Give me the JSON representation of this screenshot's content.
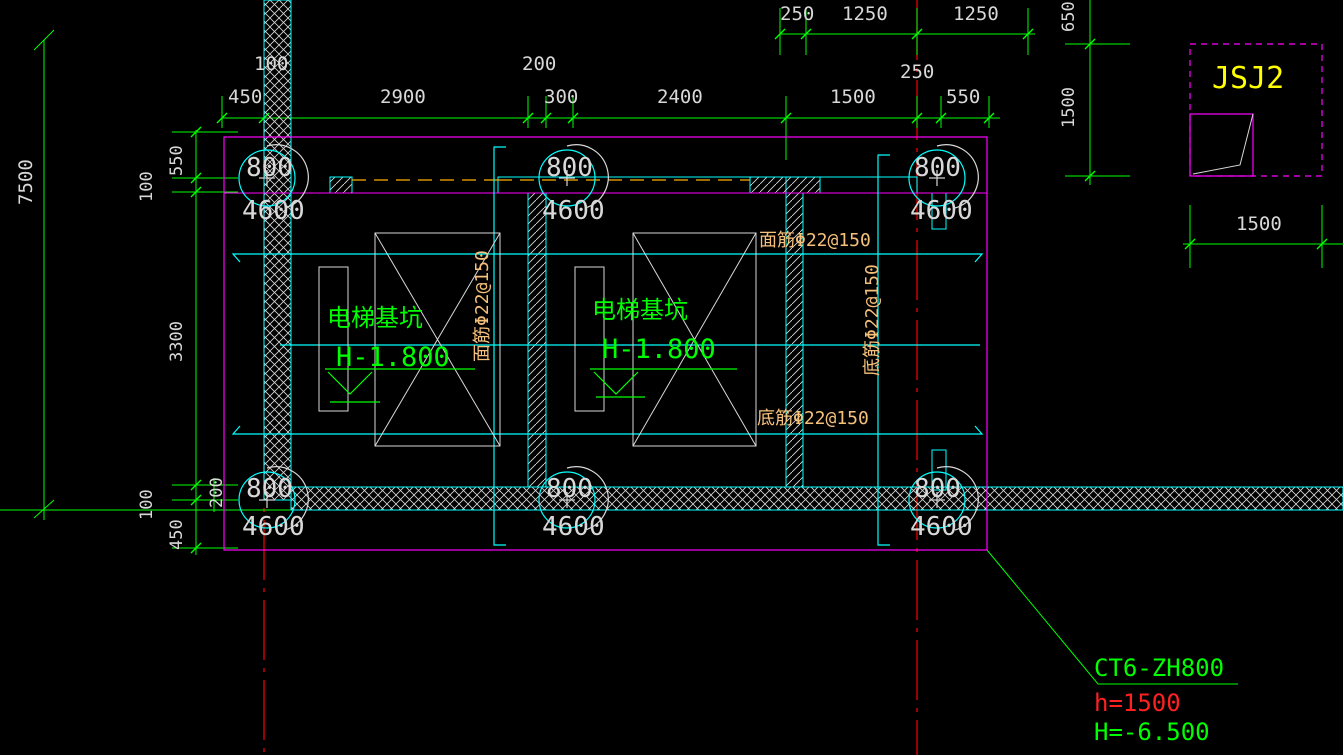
{
  "colors": {
    "background": "#000000",
    "dimension": "#00ff00",
    "outline": "#ff00ff",
    "wall": "#00ffff",
    "axis": "#ff0000",
    "note": "#f5c07a",
    "text": "#d8d8d8",
    "block": "#ffff00"
  },
  "dims_top": {
    "d250a": "250",
    "d1250a": "1250",
    "d1250b": "1250",
    "d100": "100",
    "d200": "200",
    "d250b": "250",
    "d450": "450",
    "d2900": "2900",
    "d300": "300",
    "d2400": "2400",
    "d1500": "1500",
    "d550": "550"
  },
  "dims_left": {
    "total": "7500",
    "d550": "550",
    "d100a": "100",
    "d3300": "3300",
    "d200": "200",
    "d100b": "100",
    "d450": "450"
  },
  "dims_right": {
    "d650": "650",
    "d1500v": "1500",
    "d1500h": "1500"
  },
  "piles": [
    {
      "dia": "800",
      "len": "4600"
    },
    {
      "dia": "800",
      "len": "4600"
    },
    {
      "dia": "800",
      "len": "4600"
    },
    {
      "dia": "800",
      "len": "4600"
    },
    {
      "dia": "800",
      "len": "4600"
    },
    {
      "dia": "800",
      "len": "4600"
    }
  ],
  "pits": [
    {
      "label": "电梯基坑",
      "elev": "H-1.800"
    },
    {
      "label": "电梯基坑",
      "elev": "H-1.800"
    }
  ],
  "rebar": {
    "top_h": "面筋Φ22@150",
    "bottom_h": "底筋Φ22@150",
    "top_v": "面筋Φ22@150",
    "bottom_v": "底筋Φ22@150"
  },
  "cap": {
    "name": "CT6-ZH800",
    "h": "h=1500",
    "H": "H=-6.500"
  },
  "block": {
    "name": "JSJ2"
  }
}
